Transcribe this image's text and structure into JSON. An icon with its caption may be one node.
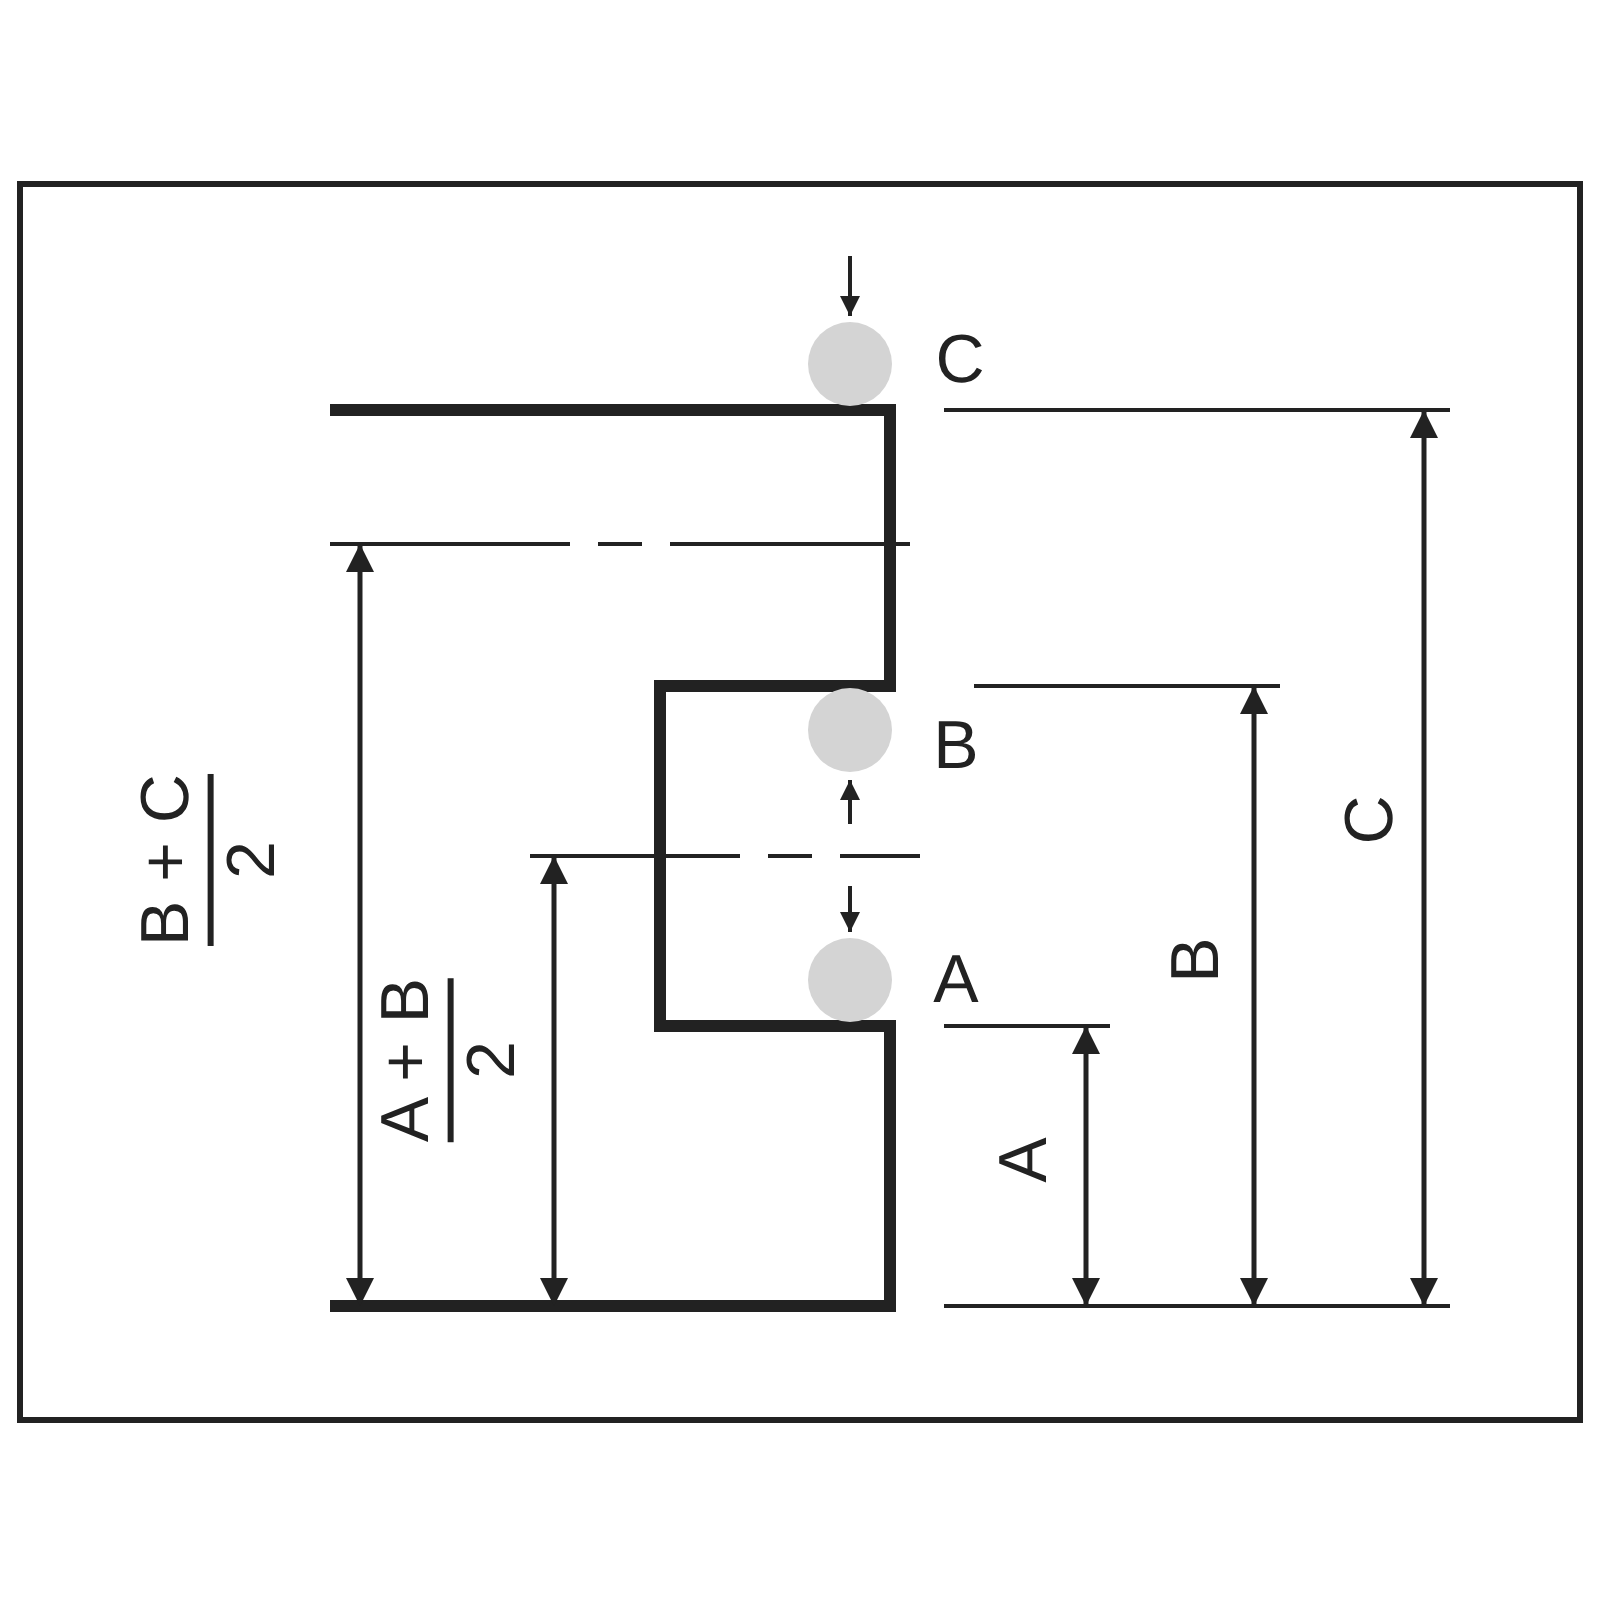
{
  "diagram": {
    "labels": [
      "C",
      "B",
      "A",
      "B + C",
      "2",
      "A + B",
      "2",
      "A",
      "B",
      "C"
    ]
  }
}
